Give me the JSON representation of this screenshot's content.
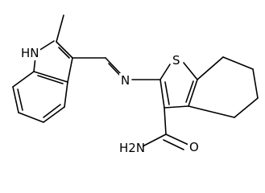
{
  "molecule": {
    "atom_labels": {
      "nh": "HN",
      "n_imine": "N",
      "s": "S",
      "o": "O",
      "nh2": "H2N"
    },
    "colors": {
      "ink": "#000000",
      "background": "#ffffff"
    }
  }
}
